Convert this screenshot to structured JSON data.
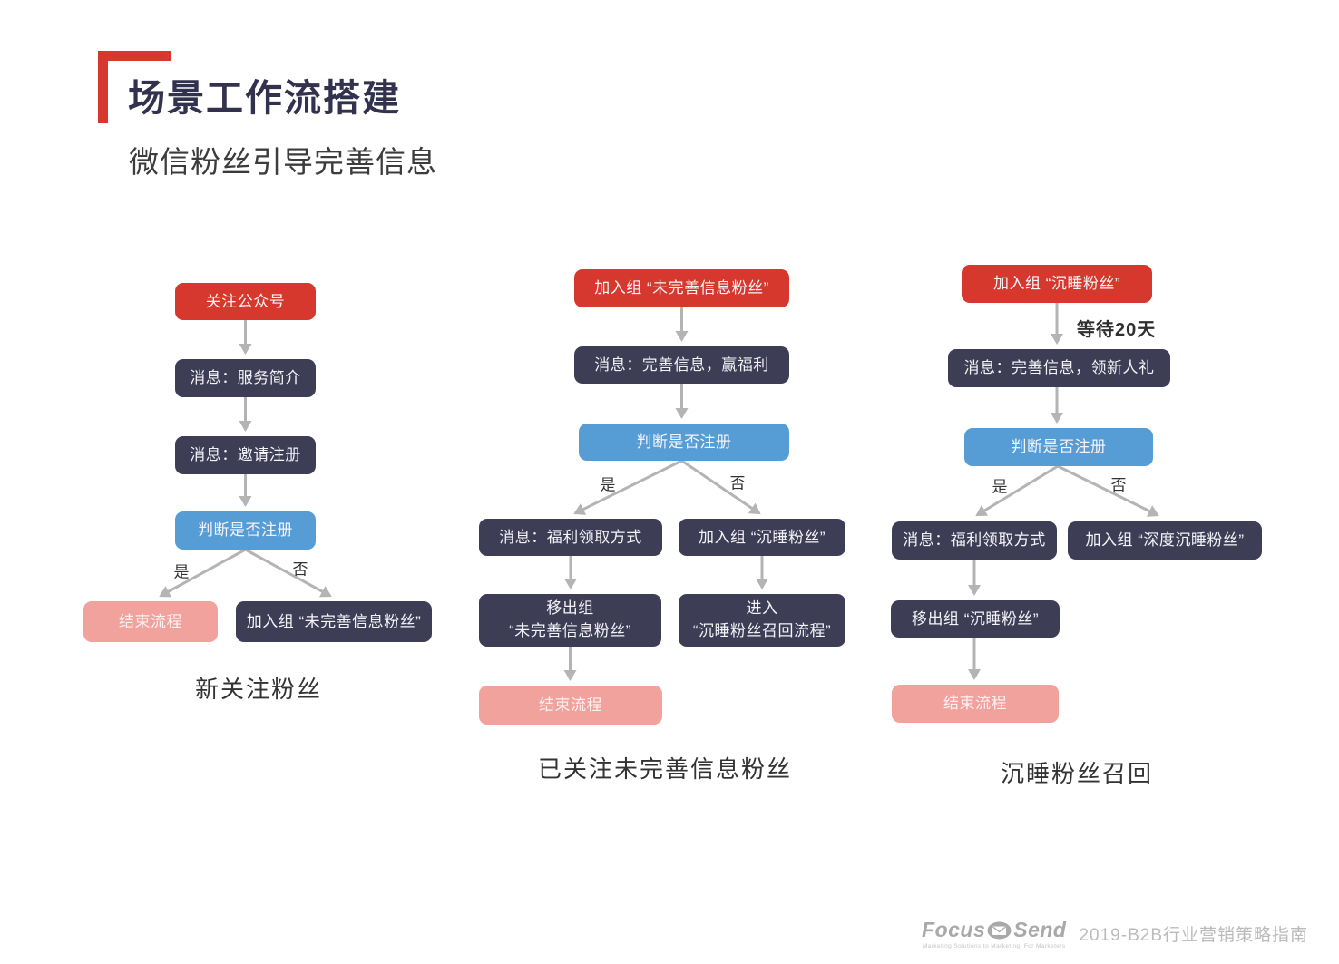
{
  "page": {
    "title": "场景工作流搭建",
    "subtitle": "微信粉丝引导完善信息"
  },
  "colors": {
    "red": "#d6382e",
    "dark": "#3e3d56",
    "blue": "#569dd6",
    "pink": "#f2a29d",
    "arrow": "#b4b4b4",
    "title_navy": "#32324e",
    "caption_gray": "#333333",
    "footer_gray": "#a9a9a9"
  },
  "flows": [
    {
      "caption": "新关注粉丝",
      "branch_yes": "是",
      "branch_no": "否",
      "nodes": [
        {
          "label": "关注公众号"
        },
        {
          "label": "消息：服务简介"
        },
        {
          "label": "消息：邀请注册"
        },
        {
          "label": "判断是否注册"
        },
        {
          "label": "结束流程"
        },
        {
          "label": "加入组 “未完善信息粉丝”"
        }
      ]
    },
    {
      "caption": "已关注未完善信息粉丝",
      "branch_yes": "是",
      "branch_no": "否",
      "nodes": [
        {
          "label": "加入组 “未完善信息粉丝”"
        },
        {
          "label": "消息：完善信息，赢福利"
        },
        {
          "label": "判断是否注册"
        },
        {
          "label": "消息：福利领取方式"
        },
        {
          "label": "加入组 “沉睡粉丝”"
        },
        {
          "line1": "移出组",
          "line2": "“未完善信息粉丝”"
        },
        {
          "line1": "进入",
          "line2": "“沉睡粉丝召回流程”"
        },
        {
          "label": "结束流程"
        }
      ]
    },
    {
      "caption": "沉睡粉丝召回",
      "branch_yes": "是",
      "branch_no": "否",
      "wait_label": "等待20天",
      "nodes": [
        {
          "label": "加入组 “沉睡粉丝”"
        },
        {
          "label": "消息：完善信息，领新人礼"
        },
        {
          "label": "判断是否注册"
        },
        {
          "label": "消息：福利领取方式"
        },
        {
          "label": "加入组 “深度沉睡粉丝”"
        },
        {
          "label": "移出组 “沉睡粉丝”"
        },
        {
          "label": "结束流程"
        }
      ]
    }
  ],
  "footer": {
    "logo_focus": "Focus",
    "logo_send": "Send",
    "logo_tagline": "Marketing Solutions to Marketing, For Marketers",
    "doc_label": "2019-B2B行业营销策略指南"
  }
}
